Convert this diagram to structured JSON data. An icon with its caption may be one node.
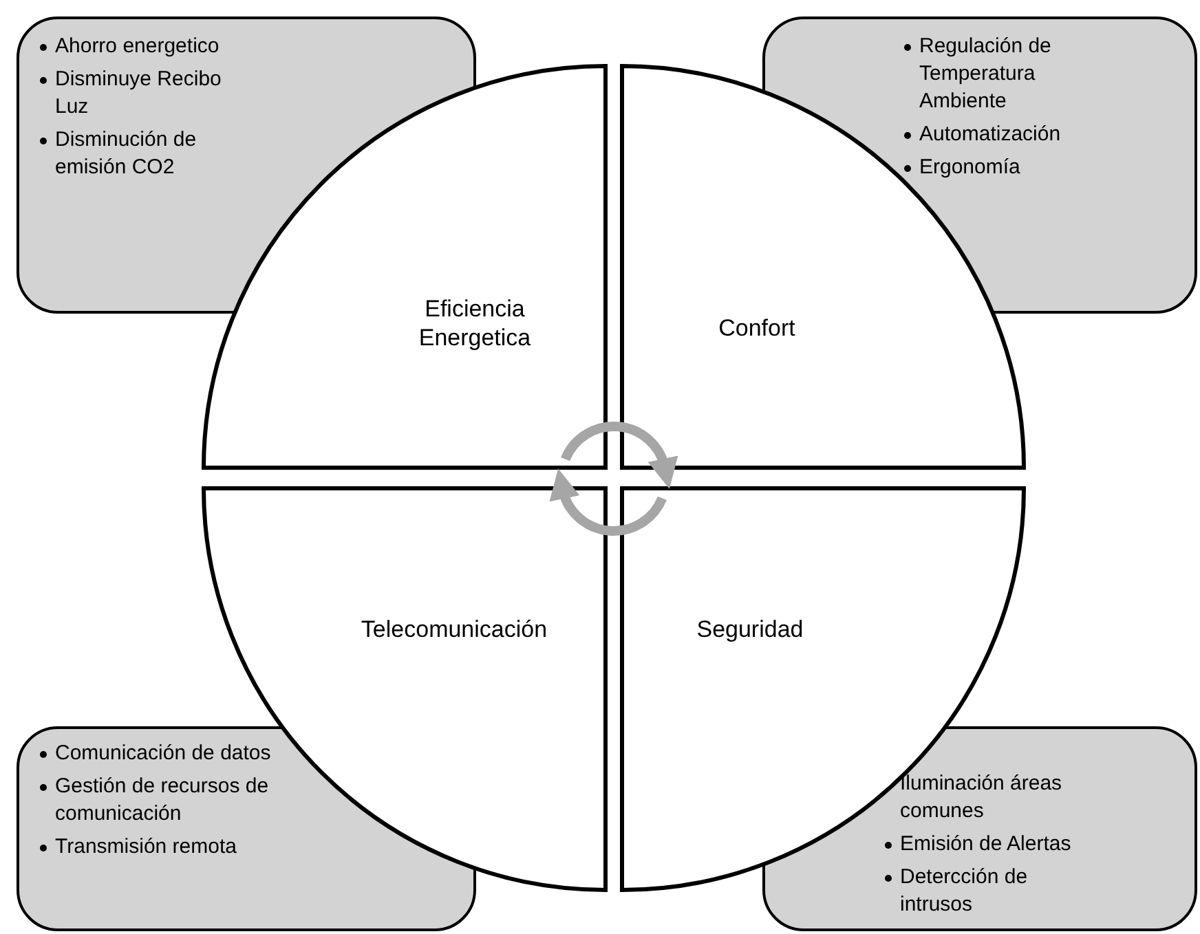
{
  "diagram": {
    "nodes": [
      {
        "text": [
          "Ahorro energetico",
          "Disminuye Recibo Luz",
          "Disminución de emisión CO2"
        ]
      },
      {
        "text": [
          "Regulación de Temperatura Ambiente",
          "Automatización",
          "Ergonomía"
        ]
      },
      {
        "text": [
          "Eficiencia Energetica"
        ]
      },
      {
        "text": [
          "Confort"
        ]
      },
      {
        "text": [
          "Telecomunicación"
        ]
      },
      {
        "text": [
          "Seguridad"
        ]
      },
      {
        "text": [
          "Comunicación de datos",
          "Gestión de recursos de comunicación",
          "Transmisión remota"
        ]
      },
      {
        "text": [
          "Iluminación áreas comunes",
          "Emisión de Alertas",
          "Detercción de intrusos"
        ]
      }
    ],
    "edges": [
      {
        "from": 2,
        "to": 3,
        "arrow": "to"
      },
      {
        "from": 5,
        "to": 4,
        "arrow": "to"
      }
    ]
  }
}
